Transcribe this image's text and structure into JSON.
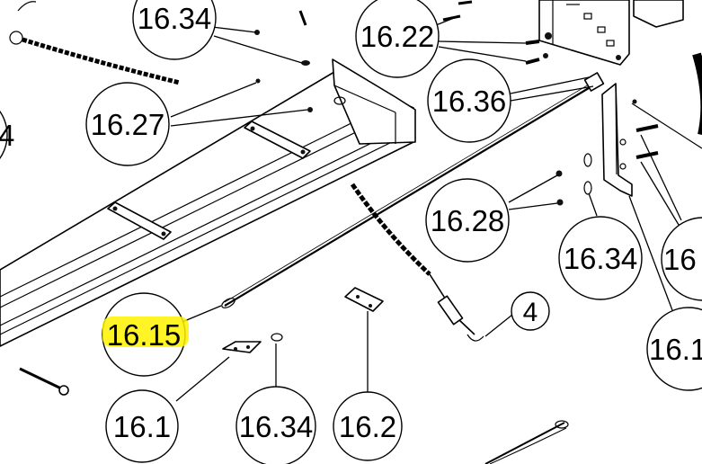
{
  "diagram": {
    "callouts": [
      {
        "id": "c1",
        "text": "16.34"
      },
      {
        "id": "c2",
        "text": "16.22"
      },
      {
        "id": "c3",
        "text": "16.36"
      },
      {
        "id": "c4",
        "text": "16.27"
      },
      {
        "id": "c5",
        "text": "16.28"
      },
      {
        "id": "c6",
        "text": "16.34"
      },
      {
        "id": "c7",
        "text": "16"
      },
      {
        "id": "c8",
        "text": "16.1"
      },
      {
        "id": "c9",
        "text": "4"
      },
      {
        "id": "c10",
        "text": "16.15"
      },
      {
        "id": "c11",
        "text": "16.1"
      },
      {
        "id": "c12",
        "text": "16.34"
      },
      {
        "id": "c13",
        "text": "16.2"
      },
      {
        "id": "c14",
        "text": "4"
      }
    ],
    "highlight_color": "#fff200"
  }
}
